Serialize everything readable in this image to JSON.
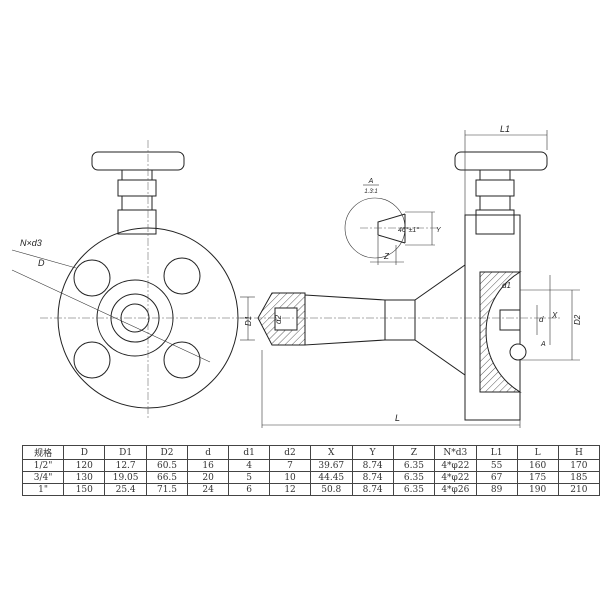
{
  "labels": {
    "Nxd3": "N×d3",
    "D": "D",
    "L1": "L1",
    "L": "L",
    "D1": "D1",
    "d": "d",
    "d1": "d1",
    "d2": "d2",
    "D2": "D2",
    "X": "X",
    "Y": "Y",
    "Z": "Z",
    "A": "A",
    "detail_title": "A",
    "detail_scale": "1.3:1",
    "angle": "46°±1°"
  },
  "table": {
    "headers": [
      "规格",
      "D",
      "D1",
      "D2",
      "d",
      "d1",
      "d2",
      "X",
      "Y",
      "Z",
      "N*d3",
      "L1",
      "L",
      "H"
    ],
    "rows": [
      [
        "1/2\"",
        "120",
        "12.7",
        "60.5",
        "16",
        "4",
        "7",
        "39.67",
        "8.74",
        "6.35",
        "4*φ22",
        "55",
        "160",
        "170"
      ],
      [
        "3/4\"",
        "130",
        "19.05",
        "66.5",
        "20",
        "5",
        "10",
        "44.45",
        "8.74",
        "6.35",
        "4*φ22",
        "67",
        "175",
        "185"
      ],
      [
        "1\"",
        "150",
        "25.4",
        "71.5",
        "24",
        "6",
        "12",
        "50.8",
        "8.74",
        "6.35",
        "4*φ26",
        "89",
        "190",
        "210"
      ]
    ]
  }
}
